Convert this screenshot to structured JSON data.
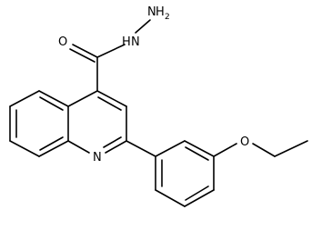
{
  "structure": {
    "atoms": {
      "hydrazide_nh2": {
        "element": "N",
        "hydrogens": "H",
        "count": "2"
      },
      "hydrazide_nh": {
        "element": "N",
        "hydrogens": "H"
      },
      "carbonyl_o": {
        "element": "O"
      },
      "ring_n": {
        "element": "N"
      },
      "ether_o": {
        "element": "O"
      }
    }
  }
}
